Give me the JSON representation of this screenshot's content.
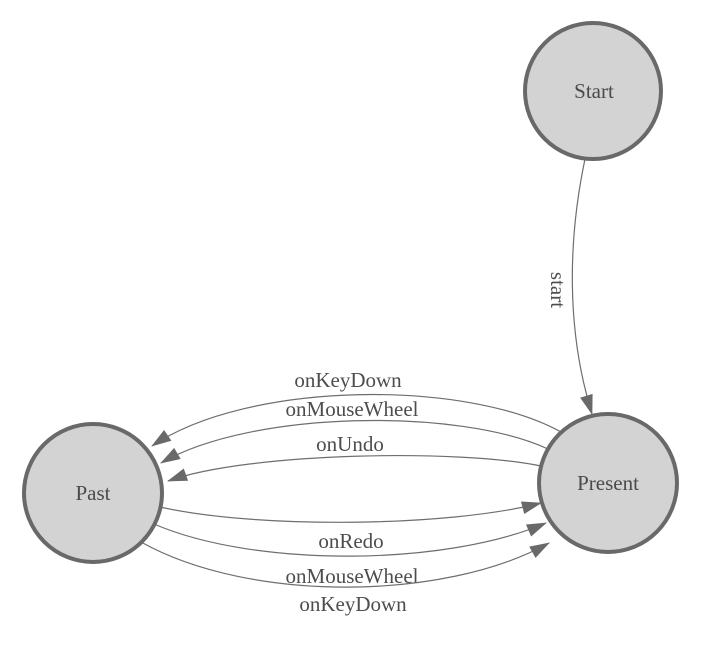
{
  "diagram": {
    "type": "state-machine",
    "colors": {
      "background": "#ffffff",
      "node_fill": "#d3d3d3",
      "node_border": "#696969",
      "edge_line": "#6e6e6e",
      "arrowhead": "#696969",
      "label_text": "#4a4a4a"
    },
    "nodes": {
      "start": {
        "label": "Start"
      },
      "present": {
        "label": "Present"
      },
      "past": {
        "label": "Past"
      }
    },
    "edges": {
      "start_to_present": {
        "label": "start"
      },
      "present_to_past": [
        {
          "label": "onKeyDown"
        },
        {
          "label": "onMouseWheel"
        },
        {
          "label": "onUndo"
        }
      ],
      "past_to_present": [
        {
          "label": "onRedo"
        },
        {
          "label": "onMouseWheel"
        },
        {
          "label": "onKeyDown"
        }
      ]
    }
  }
}
